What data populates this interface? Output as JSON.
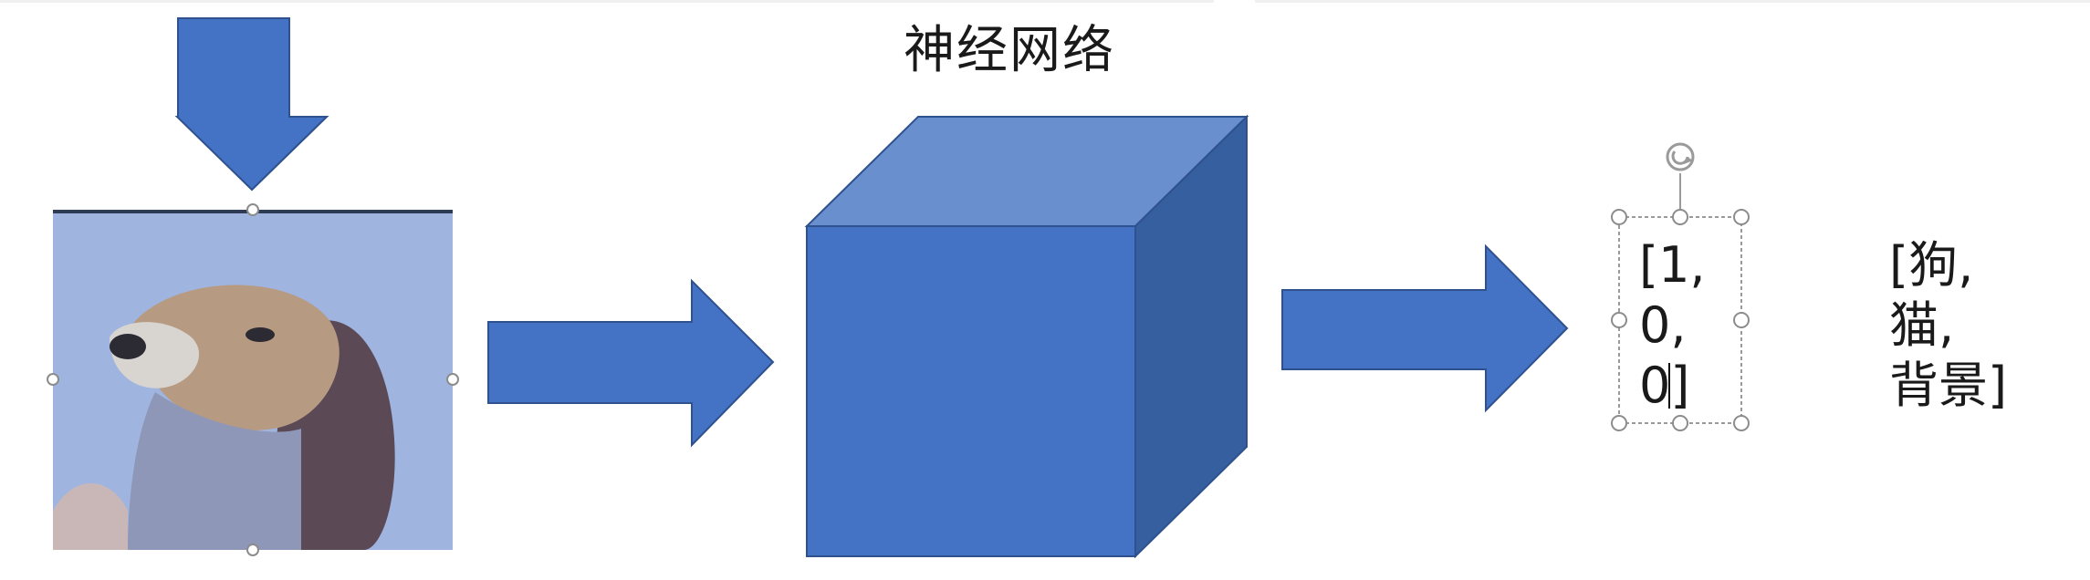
{
  "diagram": {
    "title": "神经网络",
    "output_vector": [
      "[1,",
      "0,",
      "0]"
    ],
    "class_labels": [
      "[狗,",
      "猫,",
      "背景]"
    ],
    "colors": {
      "arrow_fill": "#4472c4",
      "arrow_stroke": "#2f528f",
      "cube_front": "#4472c4",
      "cube_top": "#6a8fcf",
      "cube_side": "#365f9f",
      "image_tint": "#9fb5e0",
      "selection_handle": "#8c8c8c"
    },
    "image": {
      "subject": "dog-photo"
    }
  }
}
